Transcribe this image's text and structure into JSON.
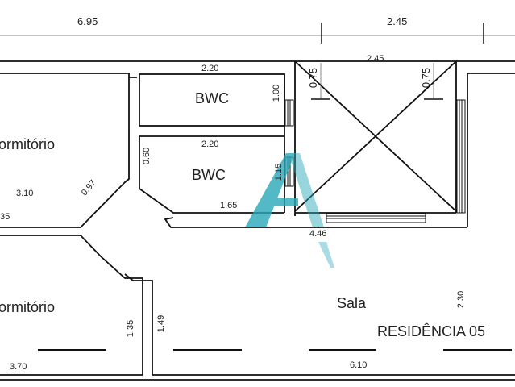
{
  "title": "RESIDÊNCIA 05",
  "colors": {
    "wall": "#111111",
    "dimension": "#888888",
    "watermark": "#2aa8b8"
  },
  "top_dimensions": [
    "6.95",
    "2.45"
  ],
  "rooms": [
    {
      "name": "ormitório",
      "dims": [
        "3.10",
        "35"
      ]
    },
    {
      "name": "BWC",
      "dims": [
        "2.20",
        "1.00"
      ]
    },
    {
      "name": "BWC",
      "dims": [
        "2.20",
        "0.60",
        "1.15",
        "1.65"
      ]
    },
    {
      "name": "ormitório",
      "dims": [
        "3.70",
        "1.35"
      ]
    },
    {
      "name": "Sala",
      "dims": [
        "6.10",
        "2.30",
        "1.49"
      ]
    }
  ],
  "stair": {
    "dims": [
      "2.45",
      "0.75",
      "0.75"
    ]
  },
  "other_dims": [
    "0.97",
    "4.46"
  ]
}
